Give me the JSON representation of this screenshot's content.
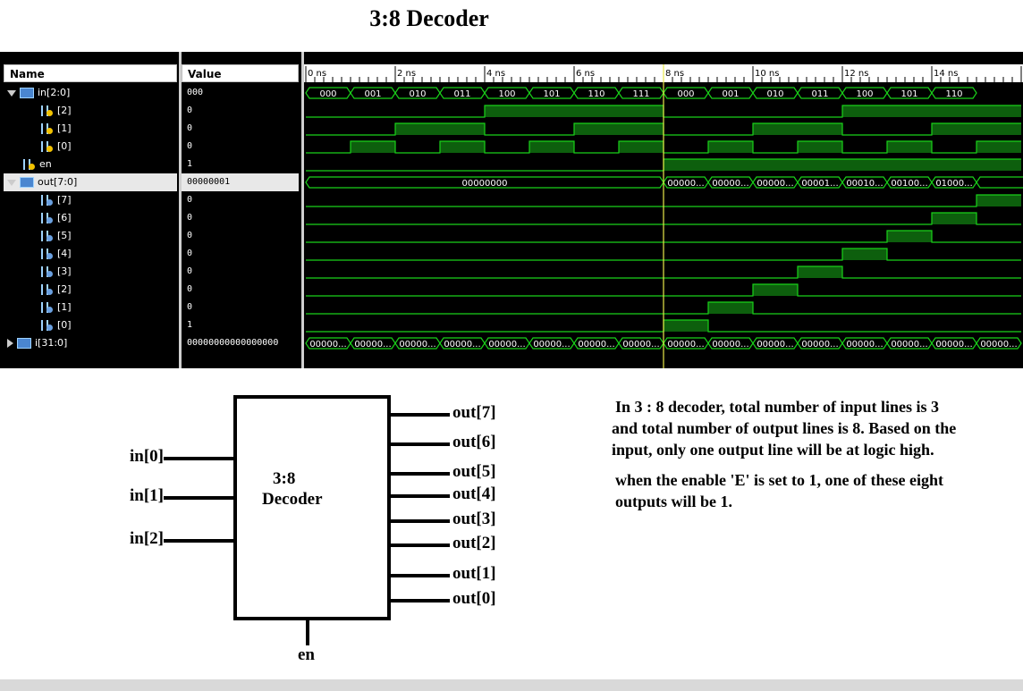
{
  "title": "3:8 Decoder",
  "sim": {
    "name_header": "Name",
    "value_header": "Value",
    "time_labels": [
      "0 ns",
      "2 ns",
      "4 ns",
      "6 ns",
      "8 ns",
      "10 ns",
      "12 ns",
      "14 ns"
    ],
    "signals": [
      {
        "name": "in[2:0]",
        "value": "000",
        "kind": "bus",
        "expand": "down",
        "icon": "bus-input-icon"
      },
      {
        "name": "[2]",
        "value": "0",
        "kind": "bit",
        "icon": "input-bit-icon"
      },
      {
        "name": "[1]",
        "value": "0",
        "kind": "bit",
        "icon": "input-bit-icon"
      },
      {
        "name": "[0]",
        "value": "0",
        "kind": "bit",
        "icon": "input-bit-icon"
      },
      {
        "name": "en",
        "value": "1",
        "kind": "bit",
        "icon": "input-bit-icon"
      },
      {
        "name": "out[7:0]",
        "value": "00000001",
        "kind": "bus",
        "expand": "down",
        "icon": "bus-output-icon",
        "selected": true
      },
      {
        "name": "[7]",
        "value": "0",
        "kind": "bit",
        "icon": "output-bit-icon"
      },
      {
        "name": "[6]",
        "value": "0",
        "kind": "bit",
        "icon": "output-bit-icon"
      },
      {
        "name": "[5]",
        "value": "0",
        "kind": "bit",
        "icon": "output-bit-icon"
      },
      {
        "name": "[4]",
        "value": "0",
        "kind": "bit",
        "icon": "output-bit-icon"
      },
      {
        "name": "[3]",
        "value": "0",
        "kind": "bit",
        "icon": "output-bit-icon"
      },
      {
        "name": "[2]",
        "value": "0",
        "kind": "bit",
        "icon": "output-bit-icon"
      },
      {
        "name": "[1]",
        "value": "0",
        "kind": "bit",
        "icon": "output-bit-icon"
      },
      {
        "name": "[0]",
        "value": "1",
        "kind": "bit",
        "icon": "output-bit-icon"
      },
      {
        "name": "i[31:0]",
        "value": "00000000000000000",
        "kind": "bus",
        "expand": "right",
        "icon": "bus-input-icon"
      }
    ],
    "waves": {
      "segments_per_row": 16,
      "in_bus_labels": [
        "000",
        "001",
        "010",
        "011",
        "100",
        "101",
        "110",
        "111",
        "000",
        "001",
        "010",
        "011",
        "100",
        "101",
        "110"
      ],
      "in2": [
        0,
        0,
        0,
        0,
        1,
        1,
        1,
        1,
        0,
        0,
        0,
        0,
        1,
        1,
        1,
        1
      ],
      "in1": [
        0,
        0,
        1,
        1,
        0,
        0,
        1,
        1,
        0,
        0,
        1,
        1,
        0,
        0,
        1,
        1
      ],
      "in0": [
        0,
        1,
        0,
        1,
        0,
        1,
        0,
        1,
        0,
        1,
        0,
        1,
        0,
        1,
        0,
        1
      ],
      "en": [
        0,
        0,
        0,
        0,
        0,
        0,
        0,
        0,
        1,
        1,
        1,
        1,
        1,
        1,
        1,
        1
      ],
      "out_bus_first_label": "00000000",
      "out_bus_labels": [
        "00000...",
        "00000...",
        "00000...",
        "00001...",
        "00010...",
        "00100...",
        "01000..."
      ],
      "out7": [
        0,
        0,
        0,
        0,
        0,
        0,
        0,
        0,
        0,
        0,
        0,
        0,
        0,
        0,
        0,
        1
      ],
      "out6": [
        0,
        0,
        0,
        0,
        0,
        0,
        0,
        0,
        0,
        0,
        0,
        0,
        0,
        0,
        1,
        0
      ],
      "out5": [
        0,
        0,
        0,
        0,
        0,
        0,
        0,
        0,
        0,
        0,
        0,
        0,
        0,
        1,
        0,
        0
      ],
      "out4": [
        0,
        0,
        0,
        0,
        0,
        0,
        0,
        0,
        0,
        0,
        0,
        0,
        1,
        0,
        0,
        0
      ],
      "out3": [
        0,
        0,
        0,
        0,
        0,
        0,
        0,
        0,
        0,
        0,
        0,
        1,
        0,
        0,
        0,
        0
      ],
      "out2": [
        0,
        0,
        0,
        0,
        0,
        0,
        0,
        0,
        0,
        0,
        1,
        0,
        0,
        0,
        0,
        0
      ],
      "out1": [
        0,
        0,
        0,
        0,
        0,
        0,
        0,
        0,
        0,
        1,
        0,
        0,
        0,
        0,
        0,
        0
      ],
      "out0": [
        0,
        0,
        0,
        0,
        0,
        0,
        0,
        0,
        1,
        0,
        0,
        0,
        0,
        0,
        0,
        0
      ],
      "i_bus_labels": [
        "00000...",
        "00000...",
        "00000...",
        "00000...",
        "00000...",
        "00000...",
        "00000...",
        "00000...",
        "00000...",
        "00000...",
        "00000...",
        "00000...",
        "00000...",
        "00000...",
        "00000...",
        "00000..."
      ]
    },
    "colors": {
      "wave": "#19d119",
      "fill": "#0d5f0d",
      "cursor": "#e8e84a",
      "ruler_bg": "#ffffff",
      "ruler_fg": "#000000"
    }
  },
  "diagram": {
    "block_label_1": "3:8",
    "block_label_2": "Decoder",
    "inputs": [
      "in[0]",
      "in[1]",
      "in[2]"
    ],
    "outputs": [
      "out[7]",
      "out[6]",
      "out[5]",
      "out[4]",
      "out[3]",
      "out[2]",
      "out[1]",
      "out[0]"
    ],
    "enable": "en"
  },
  "description": {
    "line1": "In 3 : 8 decoder, total number of input  lines is 3",
    "line2": "and total  number of output lines is 8. Based on the",
    "line3": "input, only one output line will be at logic high.",
    "line4": "when the enable 'E' is set to 1, one of these eight",
    "line5": "outputs will be 1."
  }
}
